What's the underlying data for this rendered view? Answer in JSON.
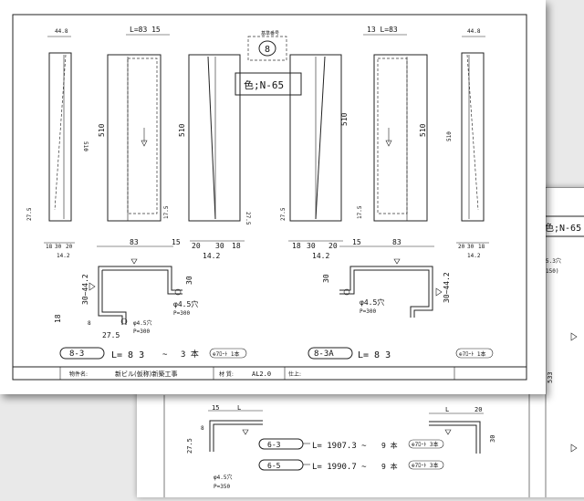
{
  "front": {
    "badge_caption": "基準番号",
    "badge_number": "8",
    "color_box": "色;N-65",
    "views": {
      "v1_top": "44.8",
      "v1_h": "510",
      "v1_left": "27.5",
      "v1_b1": "18",
      "v1_b2": "30",
      "v1_b3": "20",
      "v1_b4": "14.2",
      "v2_top": "L=83  15",
      "v2_h": "510",
      "v2_r": "17.5",
      "v3_h": "510",
      "v3_r": "27.5",
      "v3_b1": "20",
      "v3_b2": "30",
      "v3_b3": "18",
      "v3_b4": "14.2",
      "v4_left": "27.5",
      "v4_h": "510",
      "v4_b1": "18",
      "v4_b2": "30",
      "v4_b3": "20",
      "v4_b4": "14.2",
      "v5_top": "13  L=83",
      "v5_h": "510",
      "v5_l": "17.5",
      "v6_top": "44.8",
      "v6_h": "510",
      "v6_b1": "20",
      "v6_b2": "30",
      "v6_b3": "18",
      "v6_b4": "14.2"
    },
    "sec_left": {
      "top": "83",
      "right_top": "15",
      "vertical": "30",
      "side": "30~44.2",
      "left": "18",
      "bottom1": "8",
      "bottom2": "27.5",
      "hole1": "φ4.5穴",
      "pitch1": "P=300",
      "hole2": "φ4.5穴",
      "pitch2": "P=300"
    },
    "sec_right": {
      "top_left": "15",
      "top": "83",
      "vertical": "30",
      "side": "30~44.2",
      "hole": "φ4.5穴",
      "pitch": "P=300"
    },
    "part_left": {
      "badge": "8-3",
      "length": "L= 8 3",
      "tilde": "~",
      "count": "3 本",
      "tag": "⊕7ﾛｰﾄ 1本"
    },
    "part_right": {
      "badge": "8-3A",
      "length": "L= 8 3",
      "tag": "⊕7ﾛｰﾄ 1本"
    },
    "titleblock": {
      "label1": "物件名:",
      "value1": "新ビル(仮称)新築工事",
      "label2": "材 質:",
      "value2": "AL2.0",
      "label3": "仕上:"
    }
  },
  "back": {
    "color_box": "色;N-65",
    "dim_top_left1": "15",
    "dim_top_left2": "L",
    "dim_top_right1": "L",
    "dim_top_right2": "20",
    "dim_v1": "27.5",
    "dim_v2": "8",
    "dim_v3": "30",
    "dim_side": "533",
    "note1": "5.3穴",
    "note2": "150)",
    "hole": "φ4.5穴",
    "pitch": "P=350",
    "rows": [
      {
        "badge": "6-3",
        "length": "L= 1907.3 ~",
        "count": "9 本",
        "tag": "⊕7ﾛｰﾄ 3本"
      },
      {
        "badge": "6-5",
        "length": "L= 1990.7 ~",
        "count": "9 本",
        "tag": "⊕7ﾛｰﾄ 3本"
      }
    ]
  }
}
